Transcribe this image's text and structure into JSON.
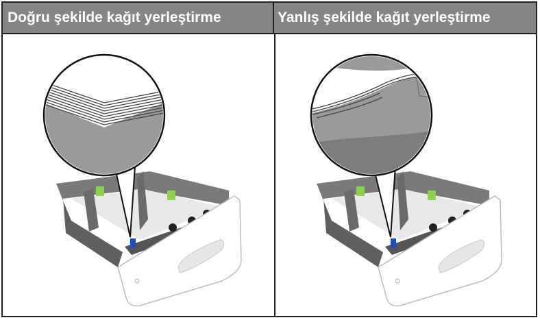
{
  "headers": {
    "correct": "Doğru şekilde kağıt yerleştirme",
    "incorrect": "Yanlış şekilde kağıt yerleştirme"
  },
  "colors": {
    "header_bg": "#858585",
    "header_text": "#ffffff",
    "tray_dark": "#6e6e6e",
    "tray_front": "#ffffff",
    "guide_green": "#8fd14f",
    "blue_button": "#1e4fbf",
    "magnifier_fill": "#9a9a9a"
  },
  "icons": [
    "paper-stack-correct-illustration",
    "paper-stack-curled-illustration",
    "paper-tray-illustration",
    "magnifier-callout"
  ]
}
